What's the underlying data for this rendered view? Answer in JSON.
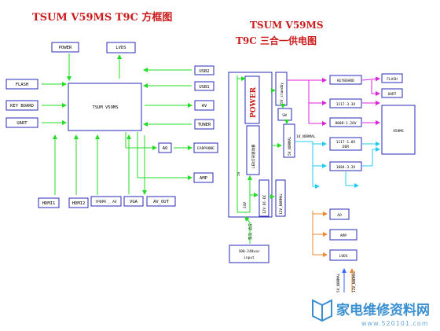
{
  "left_diagram": {
    "title": "TSUM V59MS T9C 方框图",
    "blocks": {
      "power": "POWER",
      "lvds": "LVDS",
      "flash": "FLASH",
      "keyboard": "KEY BOARD",
      "uart": "UART",
      "main": "TSUM V59MS",
      "usb2": "USB2",
      "usb1": "USB1",
      "av": "AV",
      "tuner": "TUNER",
      "ao": "AO",
      "earphone": "EARPHONE",
      "amp": "AMP",
      "hdmi1": "HDMI1",
      "hdmi2": "HDMI2",
      "ypbpr": "YPBPR _ AV",
      "vga": "VGA",
      "av_out": "AV_OUT"
    }
  },
  "right_diagram": {
    "title_line1": "TSUM V59MS",
    "title_line2": "T9C 三合一供电图",
    "blocks": {
      "power": "POWER",
      "standby": "5V_standby",
      "sw": "SW",
      "normal": "5V_NORMAL",
      "led": "LED灯背驱动板",
      "dcdc": "12V DC-DC",
      "normal12": "12V_NORMAL",
      "keyboard": "KEYBOARD",
      "flash": "FLASH",
      "uart": "UART",
      "reg1117_33": "1117-3.3V",
      "reg8008": "8008-1.26V",
      "reg1117_18": "1117-1.8V",
      "reg1117_18_sub": "DDR",
      "reg1084": "1084-3.3V",
      "soc": "V59MS",
      "ao": "AO",
      "amp": "AMP",
      "lvds": "LVDS",
      "input": "100-240vac",
      "input_sub": "input",
      "filter": "整流 滤波"
    },
    "line_labels": {
      "five_v": "5V",
      "twentyfour_v": "24V",
      "normal_1v": "1V_NORMAL",
      "legend_1": "5V_NORMAL",
      "legend_2": "12V_NORMAL"
    }
  },
  "watermark": {
    "text": "家电维修资料网",
    "url": "www.520101.com"
  }
}
